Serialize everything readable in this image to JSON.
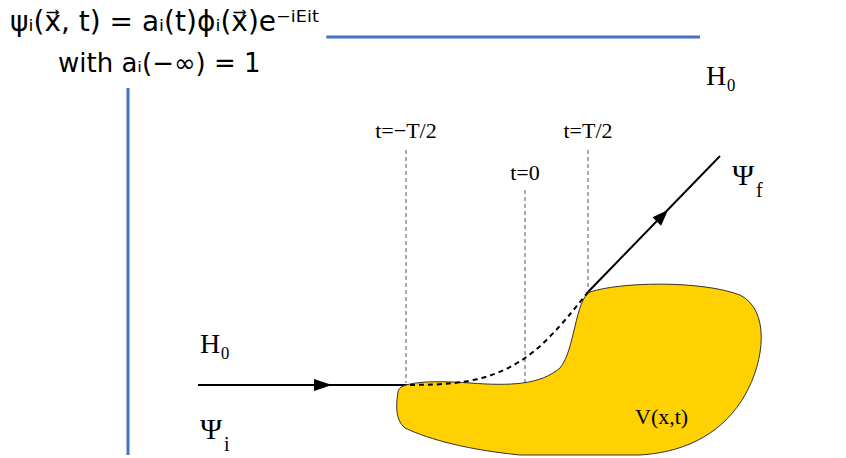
{
  "diagram": {
    "nodes": [
      {
        "text": [
          "V(x,t)"
        ]
      }
    ],
    "labels": [
      "ψᵢ(x⃗, t) = aᵢ(t)ϕᵢ(x⃗)e⁻ⁱᴱⁱᵗ",
      "with aᵢ(−∞) = 1",
      "t=−T/2",
      "t=0",
      "t=T/2",
      "H₀",
      "Ψ",
      "i",
      "H₀",
      "Ψ",
      "f"
    ]
  }
}
